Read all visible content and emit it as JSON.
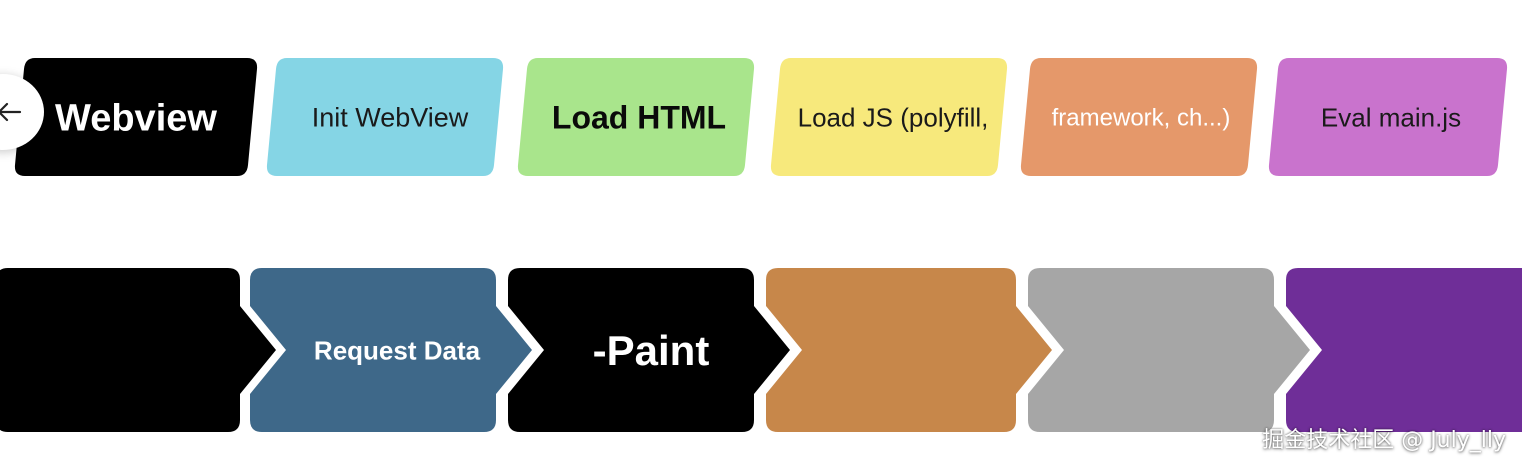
{
  "top_row": [
    {
      "label": "Webview",
      "color": "#000000",
      "text_color": "#ffffff",
      "weight": "bold"
    },
    {
      "label": "Init WebView",
      "color": "#85d5e5",
      "text_color": "#1a1a1a",
      "weight": "normal"
    },
    {
      "label": "Load HTML",
      "color": "#a9e58c",
      "text_color": "#0a0a0a",
      "weight": "bold"
    },
    {
      "label": "Load JS (polyfill,",
      "color": "#f7e97c",
      "text_color": "#1a1a1a",
      "weight": "normal"
    },
    {
      "label": "framework, ch...)",
      "color": "#e5986a",
      "text_color": "#ffffff",
      "weight": "normal"
    },
    {
      "label": "Eval main.js",
      "color": "#c973cd",
      "text_color": "#1a1a1a",
      "weight": "normal"
    }
  ],
  "bottom_row": [
    {
      "label": "",
      "color": "#000000",
      "text_color": "#ffffff",
      "weight": "bold"
    },
    {
      "label": "Request Data",
      "color": "#3e6889",
      "text_color": "#ffffff",
      "weight": "bold"
    },
    {
      "label": "-Paint",
      "color": "#000000",
      "text_color": "#ffffff",
      "weight": "bold"
    },
    {
      "label": "",
      "color": "#c7874a",
      "text_color": "#ffffff",
      "weight": "bold"
    },
    {
      "label": "",
      "color": "#a6a6a6",
      "text_color": "#ffffff",
      "weight": "bold"
    },
    {
      "label": "",
      "color": "#6f2e98",
      "text_color": "#ffffff",
      "weight": "bold"
    }
  ],
  "back_button": {
    "icon": "arrow-left-icon"
  },
  "watermark": "掘金技术社区 @ July_lly"
}
